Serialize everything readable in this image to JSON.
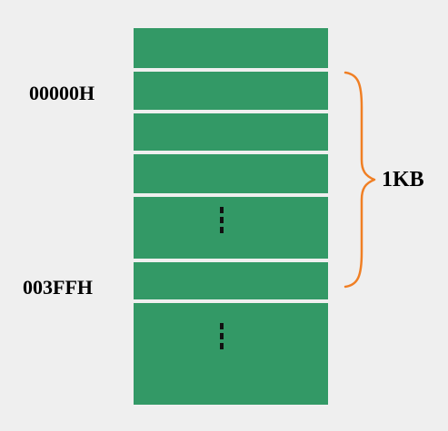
{
  "labels": {
    "start_address": "00000H",
    "end_address": "003FFH",
    "size": "1KB"
  },
  "colors": {
    "background": "#efefef",
    "memory_cell": "#339966",
    "divider": "#ffffff",
    "brace": "#f07f24",
    "text": "#000000"
  },
  "cells": [
    "top",
    "00000H",
    "second",
    "third",
    "ellipsis-1",
    "003FFH",
    "ellipsis-2"
  ]
}
